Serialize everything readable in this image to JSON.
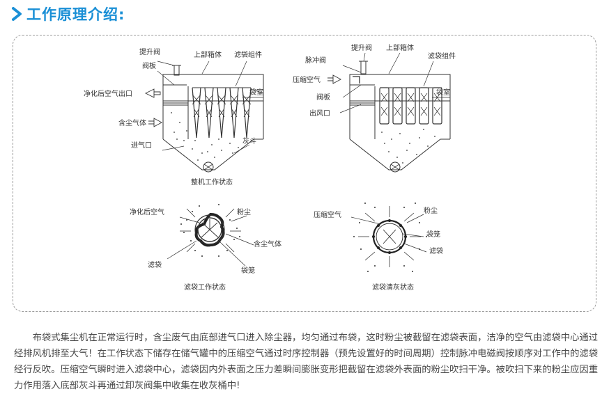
{
  "header": {
    "title": "工作原理介绍:",
    "accent": "#1a8fd6"
  },
  "diagram": {
    "left_unit": {
      "caption": "整机工作状态",
      "lift_valve": "提升阀",
      "upper_box": "上部箱体",
      "filter_assembly": "滤袋组件",
      "valve_plate": "阀板",
      "clean_outlet": "净化后空气出口",
      "bag_chamber": "袋室",
      "dusty_gas": "含尘气体",
      "inlet": "进气口",
      "ash_hopper": "灰斗"
    },
    "right_unit": {
      "pulse_valve": "脉冲阀",
      "lift_valve": "提升阀",
      "upper_box": "上部箱体",
      "filter_assembly": "滤袋组件",
      "compressed_air": "压缩空气",
      "valve_plate": "阀板",
      "bag_chamber": "袋室",
      "outlet": "出风口"
    },
    "bag_working": {
      "caption": "滤袋工作状态",
      "clean_air": "净化后空气",
      "dust": "粉尘",
      "dusty_gas": "含尘气体",
      "filter_bag": "滤袋",
      "bag_cage": "袋笼"
    },
    "bag_cleaning": {
      "caption": "滤袋清灰状态",
      "compressed_air": "压缩空气",
      "dust": "粉尘",
      "bag_cage": "袋笼",
      "filter_bag": "滤袋"
    }
  },
  "description": "布袋式集尘机在正常运行时，含尘废气由底部进气口进入除尘器，均匀通过布袋，这时粉尘被截留在滤袋表面，洁净的空气由滤袋中心通过经排风机排至大气！在工作状态下储存在储气罐中的压缩空气通过时序控制器（预先设置好的时间周期）控制脉冲电磁阀按顺序对工作中的滤袋经行反吹。压缩空气瞬时进入滤袋中心，滤袋因内外表面之压力差瞬间膨胀变形把截留在滤袋外表面的粉尘吹扫干净。被吹扫下来的粉尘应因重力作用落入底部灰斗再通过卸灰阀集中收集在收灰桶中!"
}
